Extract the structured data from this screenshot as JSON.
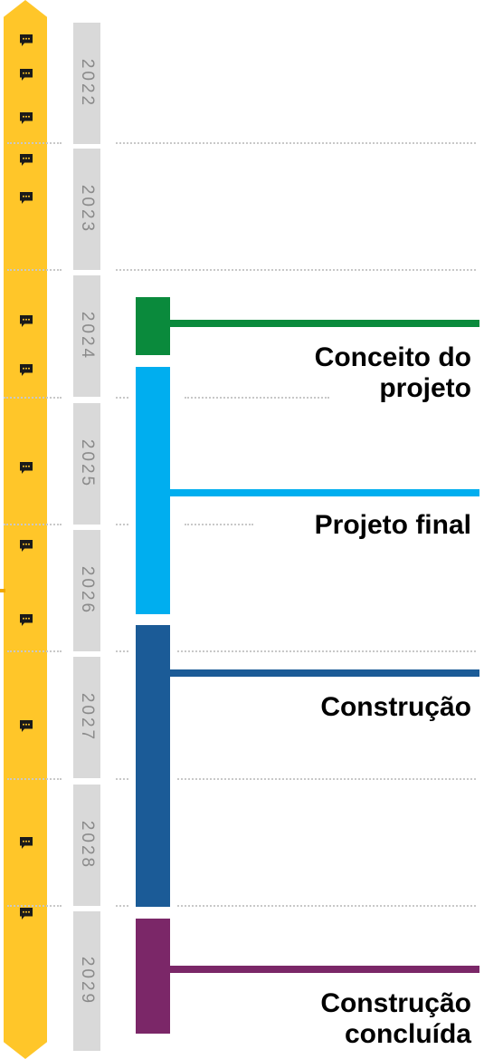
{
  "colors": {
    "track": "#FFC629",
    "year_bg": "#D9D9D9",
    "year_text": "#8A8A8A",
    "separator": "#C8C8C8",
    "icon": "#1A1A1A"
  },
  "years": [
    "2022",
    "2023",
    "2024",
    "2025",
    "2026",
    "2027",
    "2028",
    "2029"
  ],
  "phases": [
    {
      "label": "Conceito do\nprojeto",
      "color": "#0A8A3C"
    },
    {
      "label": "Projeto final",
      "color": "#00AEEF"
    },
    {
      "label": "Construção",
      "color": "#1B5B97"
    },
    {
      "label": "Construção\nconcluída",
      "color": "#7B2768"
    }
  ],
  "icons": {
    "name": "comment-icon",
    "count": 14
  }
}
